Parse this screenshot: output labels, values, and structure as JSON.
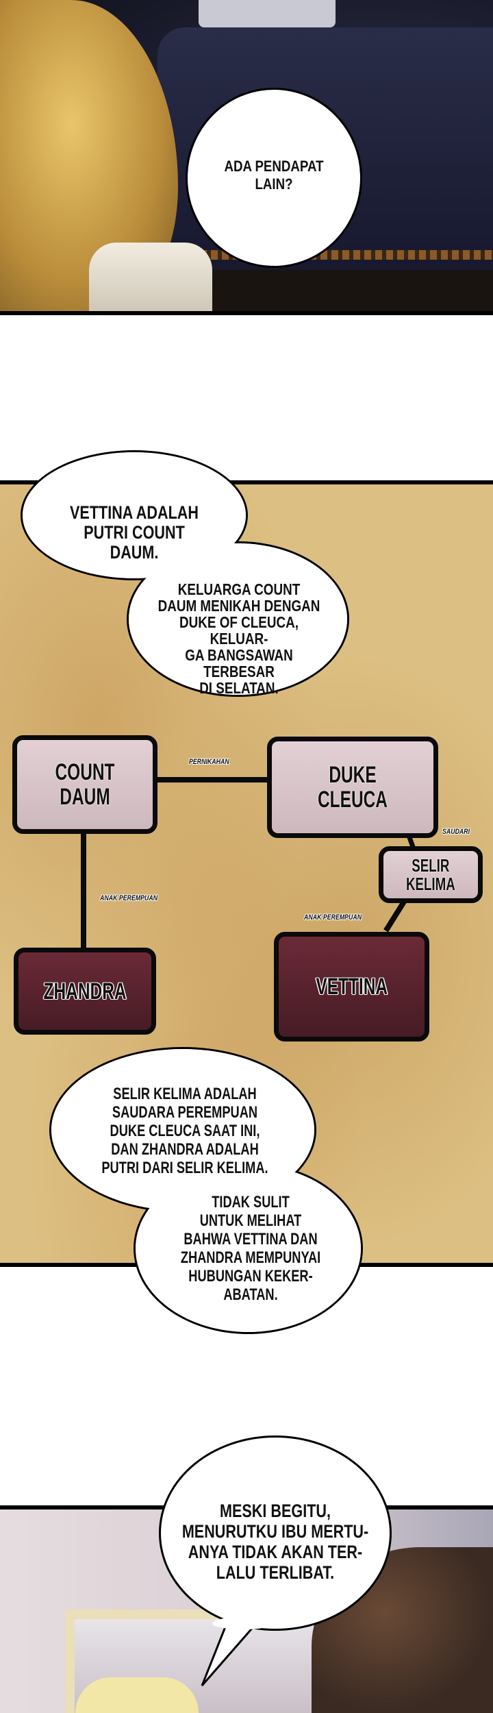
{
  "panel1": {
    "bubble": "ADA PENDAPAT\nLAIN?"
  },
  "panel2": {
    "bubble_1": "VETTINA ADALAH\nPUTRI COUNT DAUM.",
    "bubble_2": "KELUARGA COUNT\nDAUM MENIKAH DENGAN\nDUKE OF CLEUCA, KELUAR-\nGA BANGSAWAN TERBESAR\nDI SELATAN.",
    "diagram": {
      "nodes": {
        "count_daum": "COUNT DAUM",
        "duke_cleuca": "DUKE CLEUCA",
        "selir_kelima": "SELIR\nKELIMA",
        "zhandra": "ZHANDRA",
        "vettina": "VETTINA"
      },
      "relations": {
        "marriage": "PERNIKAHAN",
        "sister": "SAUDARI",
        "daughter_left": "ANAK PEREMPUAN",
        "daughter_right": "ANAK PEREMPUAN"
      },
      "colors": {
        "light_node": "#d9c4c9",
        "dark_node": "#5a2430",
        "parchment": "#dcbf82"
      }
    },
    "bubble_3": "SELIR KELIMA ADALAH\nSAUDARA PEREMPUAN\nDUKE CLEUCA SAAT INI,\nDAN ZHANDRA ADALAH\nPUTRI DARI SELIR KELIMA.",
    "bubble_4": "TIDAK SULIT\nUNTUK MELIHAT\nBAHWA VETTINA DAN\nZHANDRA MEMPUNYAI\nHUBUNGAN KEKER-\nABATAN."
  },
  "panel3": {
    "bubble": "MESKI BEGITU,\nMENURUTKU IBU MERTU-\nANYA TIDAK AKAN TER-\nLALU TERLIBAT."
  }
}
